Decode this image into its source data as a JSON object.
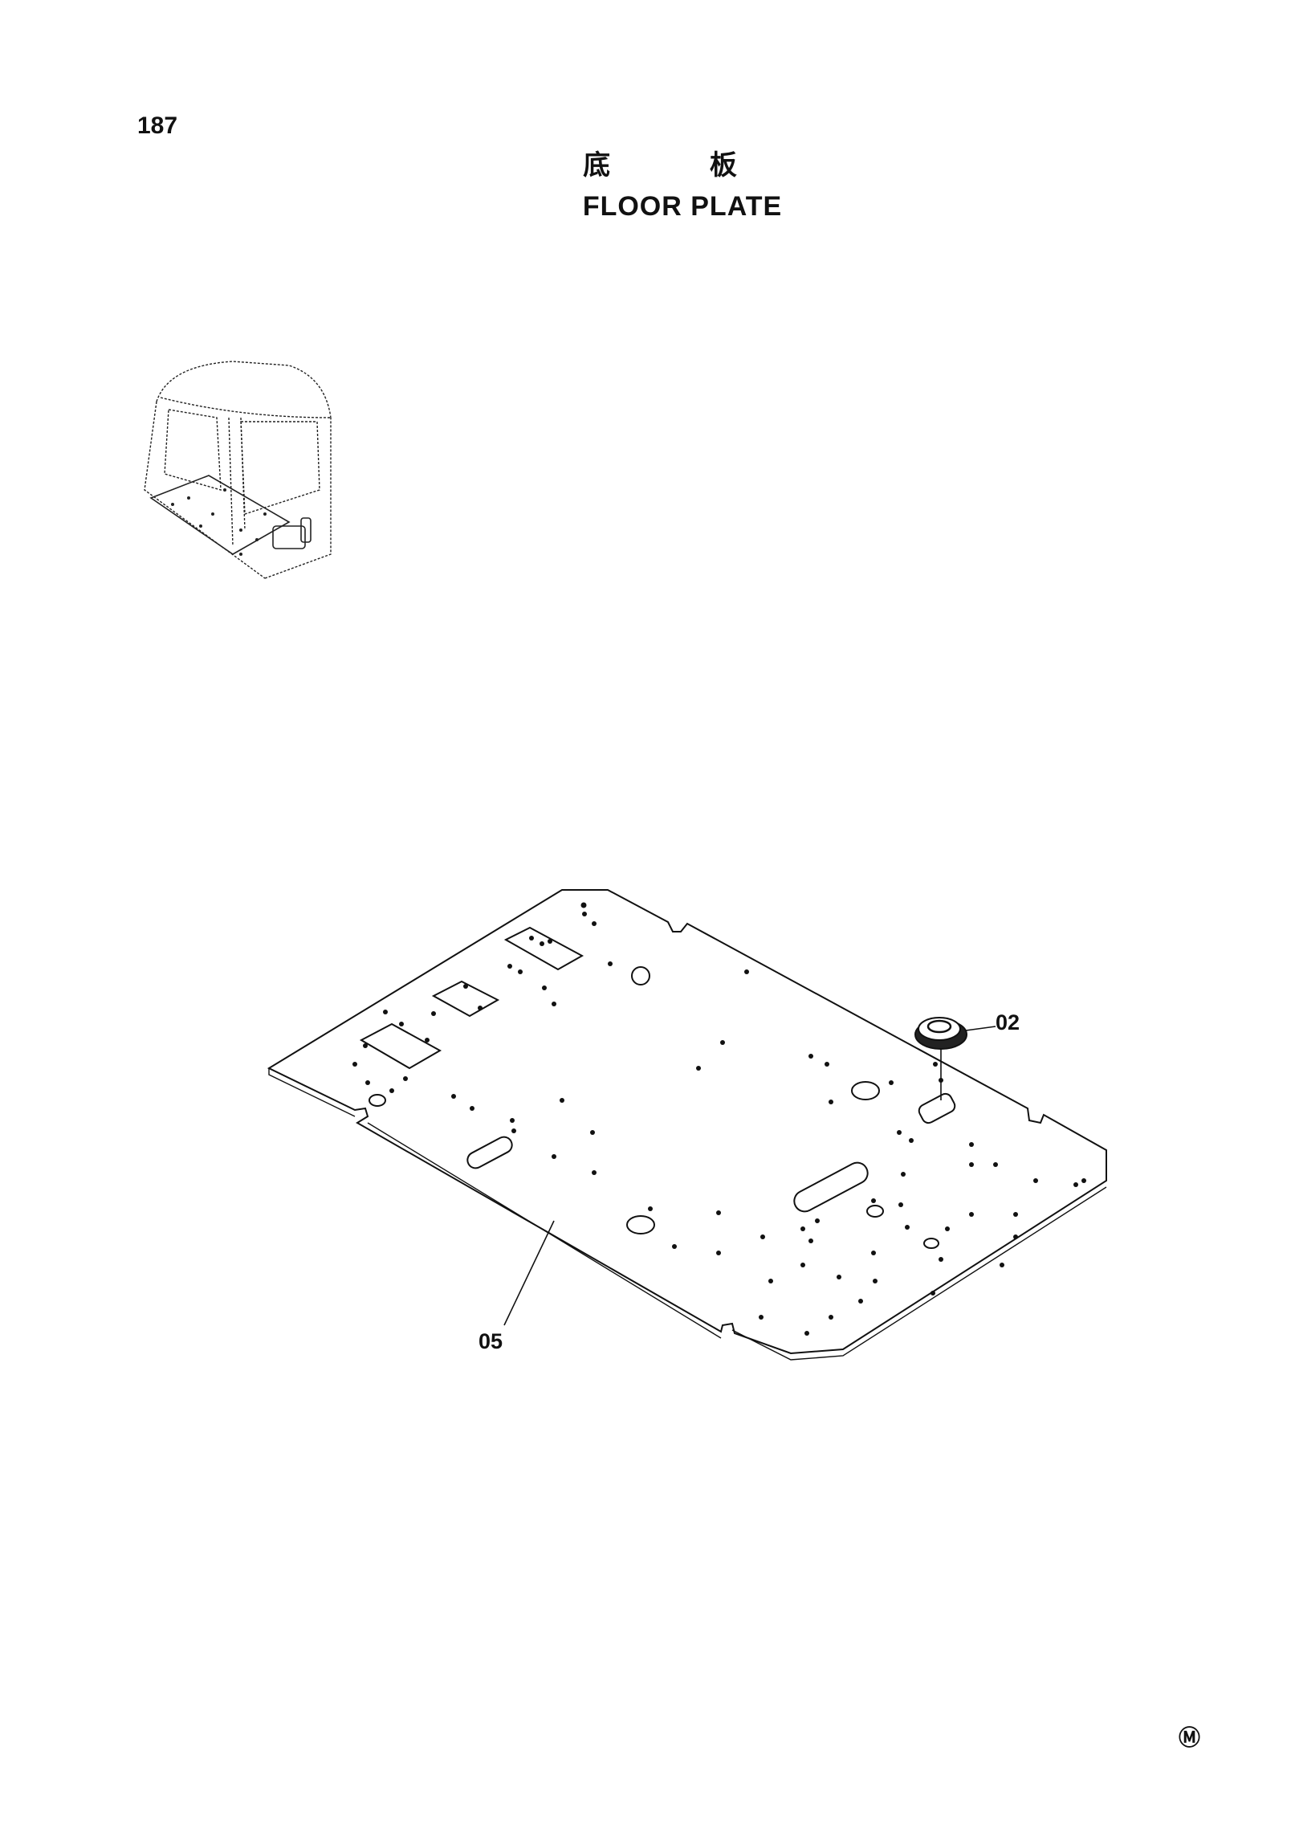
{
  "page": {
    "number": "187",
    "title_cjk": "底 板",
    "title_en": "FLOOR PLATE",
    "manufacturer_mark": "Ⓜ"
  },
  "callouts": {
    "part_02": "02",
    "part_05": "05"
  }
}
